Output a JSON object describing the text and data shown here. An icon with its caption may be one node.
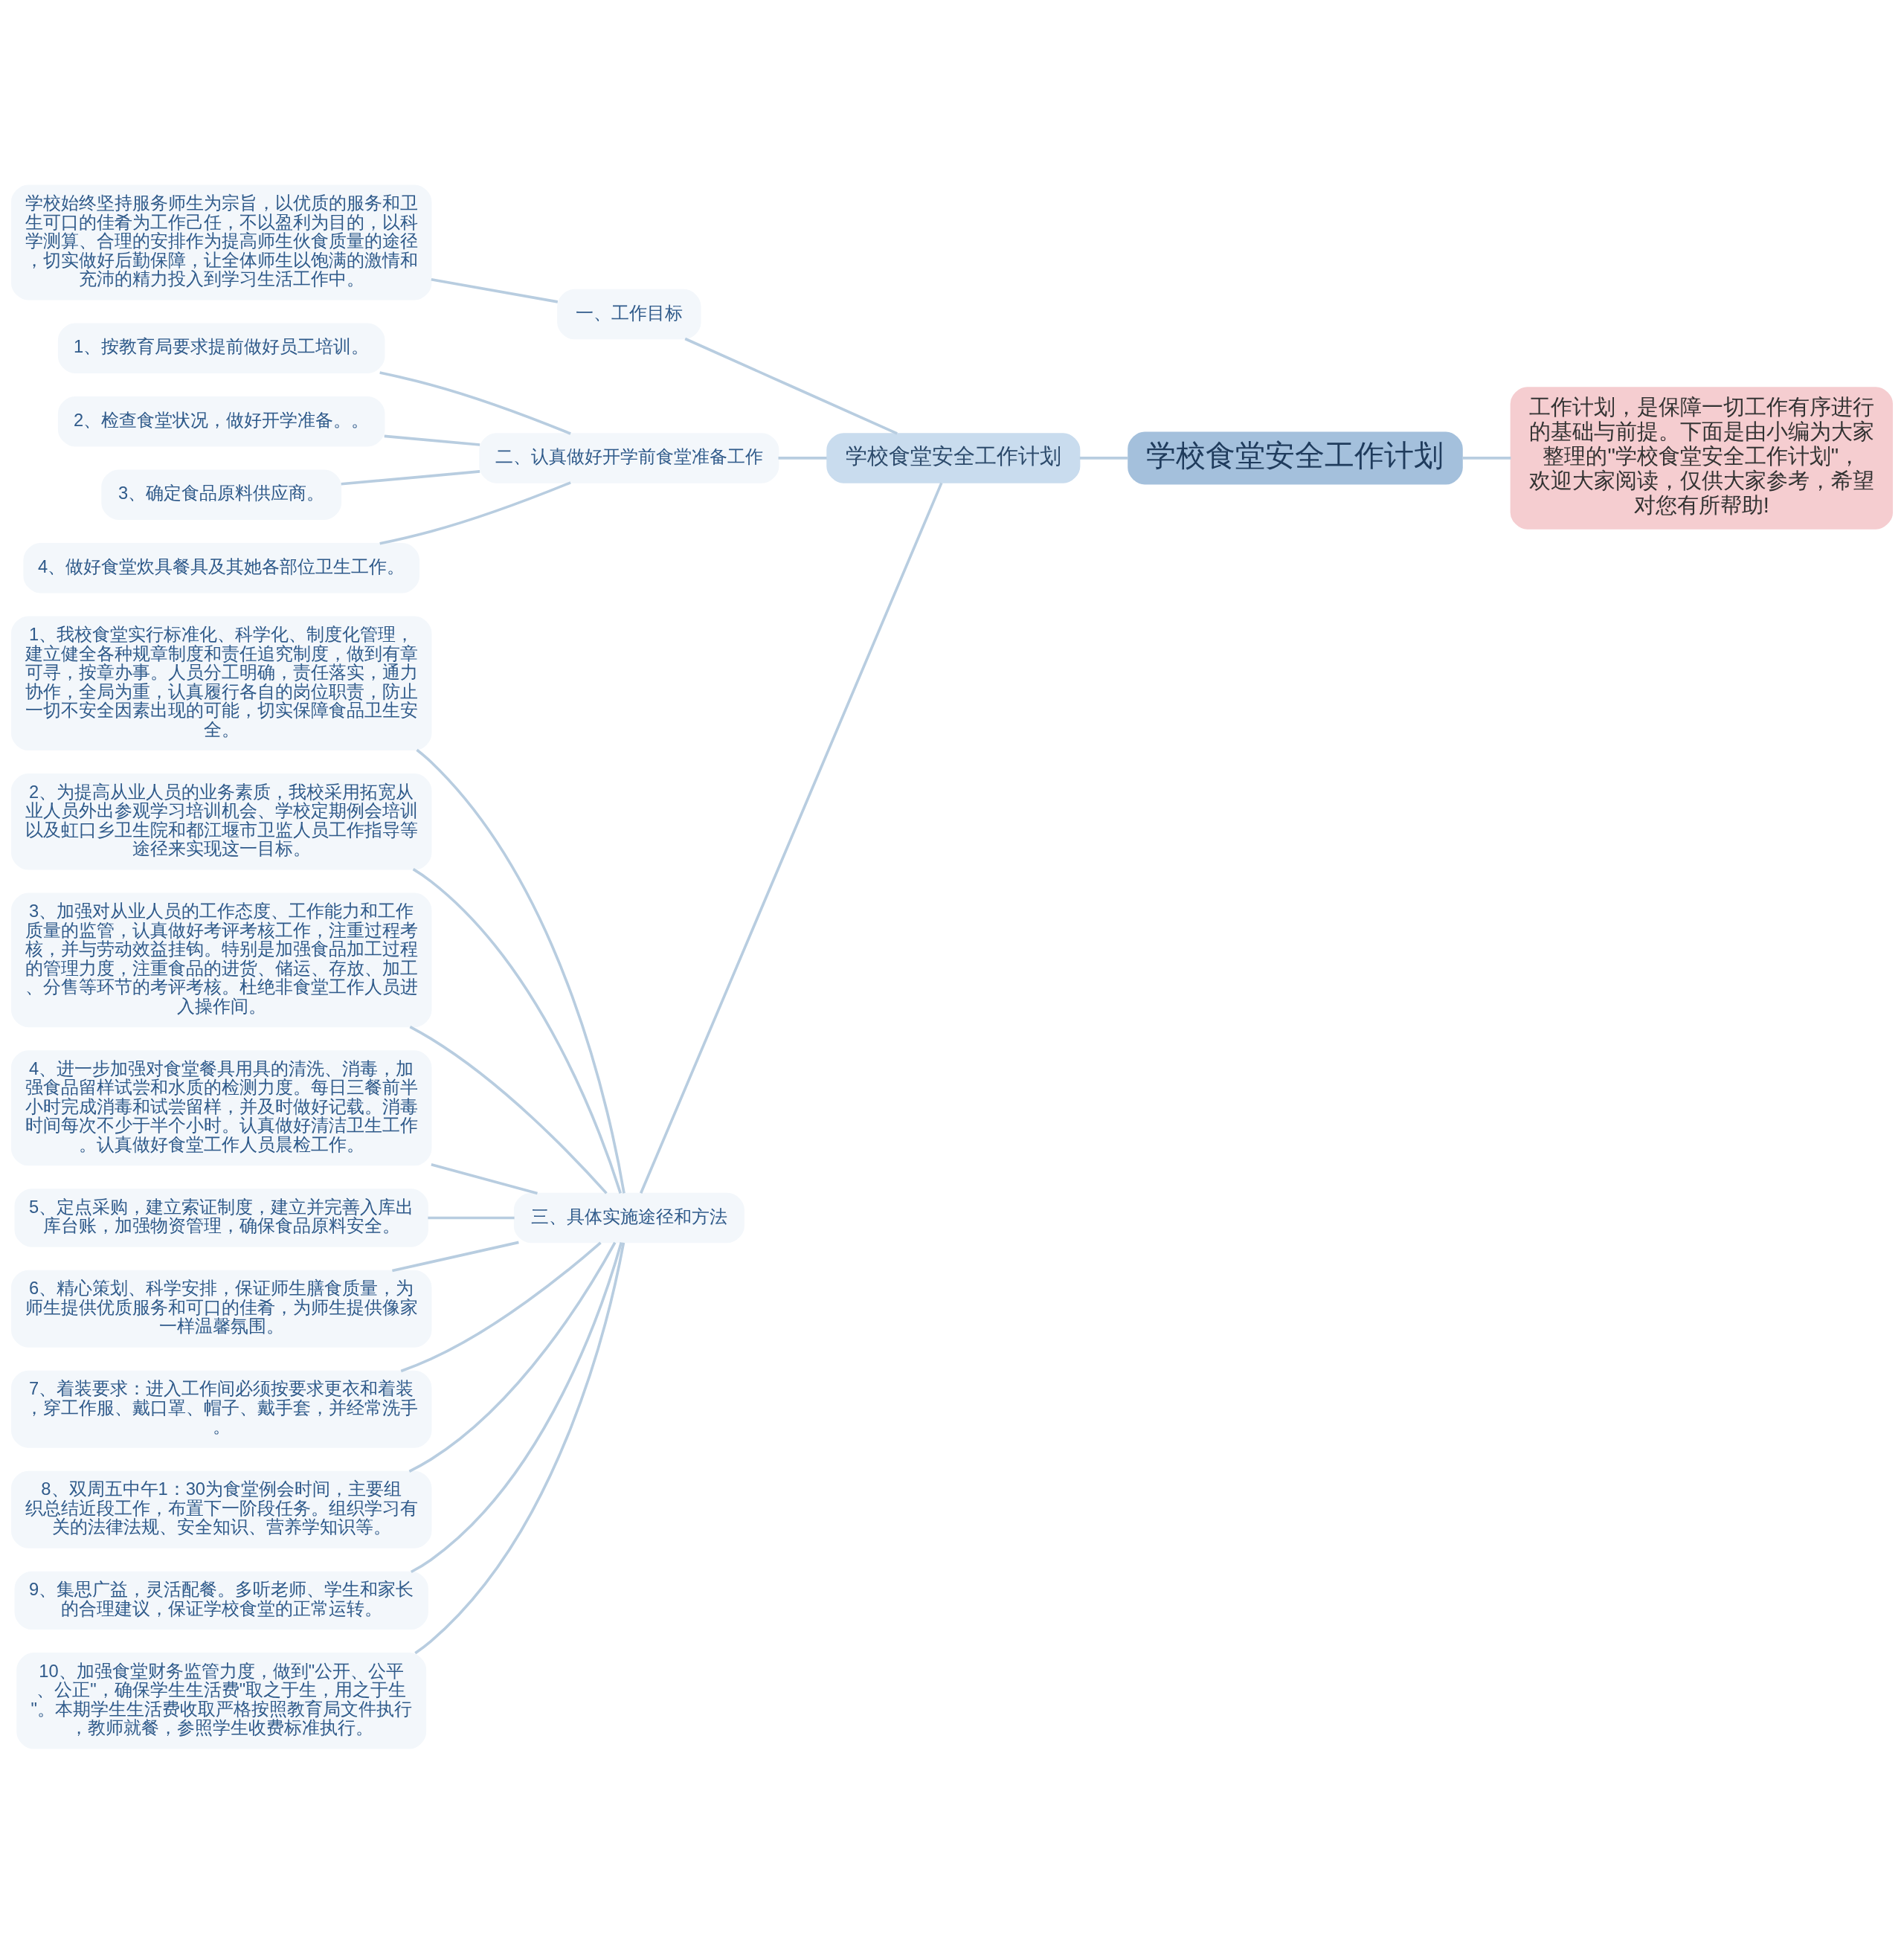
{
  "diagram": {
    "nodes": [
      {
        "text": [
          "学校食堂安全工作计划"
        ]
      },
      {
        "text": [
          "工作计划，是保障一切工作有序进行的基础与前提。下面是由小编为大家整理的\"学校食堂安全工作计划\"，欢迎大家阅读，仅供大家参考，希望对您有所帮助!"
        ]
      },
      {
        "text": [
          "学校食堂安全工作计划"
        ]
      },
      {
        "text": [
          "一、工作目标"
        ]
      },
      {
        "text": [
          "学校始终坚持服务师生为宗旨，以优质的服务和卫生可口的佳肴为工作己任，不以盈利为目的，以科学测算、合理的安排作为提高师生伙食质量的途径，切实做好后勤保障，让全体师生以饱满的激情和充沛的精力投入到学习生活工作中。"
        ]
      },
      {
        "text": [
          "二、认真做好开学前食堂准备工作"
        ]
      },
      {
        "text": [
          "1、按教育局要求提前做好员工培训。"
        ]
      },
      {
        "text": [
          "2、检查食堂状况，做好开学准备。。"
        ]
      },
      {
        "text": [
          "3、确定食品原料供应商。"
        ]
      },
      {
        "text": [
          "4、做好食堂炊具餐具及其她各部位卫生工作。"
        ]
      },
      {
        "text": [
          "三、具体实施途径和方法"
        ]
      },
      {
        "text": [
          "1、我校食堂实行标准化、科学化、制度化管理，建立健全各种规章制度和责任追究制度，做到有章可寻，按章办事。人员分工明确，责任落实，通力协作，全局为重，认真履行各自的岗位职责，防止一切不安全因素出现的可能，切实保障食品卫生安全。"
        ]
      },
      {
        "text": [
          "2、为提高从业人员的业务素质，我校采用拓宽从业人员外出参观学习培训机会、学校定期例会培训以及虹口乡卫生院和都江堰市卫监人员工作指导等途径来实现这一目标。"
        ]
      },
      {
        "text": [
          "3、加强对从业人员的工作态度、工作能力和工作质量的监管，认真做好考评考核工作，注重过程考核，并与劳动效益挂钩。特别是加强食品加工过程的管理力度，注重食品的进货、储运、存放、加工、分售等环节的考评考核。杜绝非食堂工作人员进入操作间。"
        ]
      },
      {
        "text": [
          "4、进一步加强对食堂餐具用具的清洗、消毒，加强食品留样试尝和水质的检测力度。每日三餐前半小时完成消毒和试尝留样，并及时做好记载。消毒时间每次不少于半个小时。认真做好清洁卫生工作。认真做好食堂工作人员晨检工作。"
        ]
      },
      {
        "text": [
          "5、定点采购，建立索证制度，建立并完善入库出库台账，加强物资管理，确保食品原料安全。"
        ]
      },
      {
        "text": [
          "6、精心策划、科学安排，保证师生膳食质量，为师生提供优质服务和可口的佳肴，为师生提供像家一样温馨氛围。"
        ]
      },
      {
        "text": [
          "7、着装要求：进入工作间必须按要求更衣和着装，穿工作服、戴口罩、帽子、戴手套，并经常洗手。"
        ]
      },
      {
        "text": [
          "8、双周五中午1：30为食堂例会时间，主要组织总结近段工作，布置下一阶段任务。组织学习有关的法律法规、安全知识、营养学知识等。"
        ]
      },
      {
        "text": [
          "9、集思广益，灵活配餐。多听老师、学生和家长的合理建议，保证学校食堂的正常运转。"
        ]
      },
      {
        "text": [
          "10、加强食堂财务监管力度，做到\"公开、公平、公正\"，确保学生生活费\"取之于生，用之于生\"。本期学生生活费收取严格按照教育局文件执行，教师就餐，参照学生收费标准执行。"
        ]
      }
    ],
    "edges": [
      {
        "from": 0,
        "to": 1,
        "arrow": "none"
      },
      {
        "from": 0,
        "to": 2,
        "arrow": "none"
      },
      {
        "from": 2,
        "to": 3,
        "arrow": "none"
      },
      {
        "from": 3,
        "to": 4,
        "arrow": "none"
      },
      {
        "from": 2,
        "to": 5,
        "arrow": "none"
      },
      {
        "from": 5,
        "to": 6,
        "arrow": "none"
      },
      {
        "from": 5,
        "to": 7,
        "arrow": "none"
      },
      {
        "from": 5,
        "to": 8,
        "arrow": "none"
      },
      {
        "from": 5,
        "to": 9,
        "arrow": "none"
      },
      {
        "from": 2,
        "to": 10,
        "arrow": "none"
      },
      {
        "from": 10,
        "to": 11,
        "arrow": "none"
      },
      {
        "from": 10,
        "to": 12,
        "arrow": "none"
      },
      {
        "from": 10,
        "to": 13,
        "arrow": "none"
      },
      {
        "from": 10,
        "to": 14,
        "arrow": "none"
      },
      {
        "from": 10,
        "to": 15,
        "arrow": "none"
      },
      {
        "from": 10,
        "to": 16,
        "arrow": "none"
      },
      {
        "from": 10,
        "to": 17,
        "arrow": "none"
      },
      {
        "from": 10,
        "to": 18,
        "arrow": "none"
      },
      {
        "from": 10,
        "to": 19,
        "arrow": "none"
      },
      {
        "from": 10,
        "to": 20,
        "arrow": "none"
      }
    ]
  }
}
